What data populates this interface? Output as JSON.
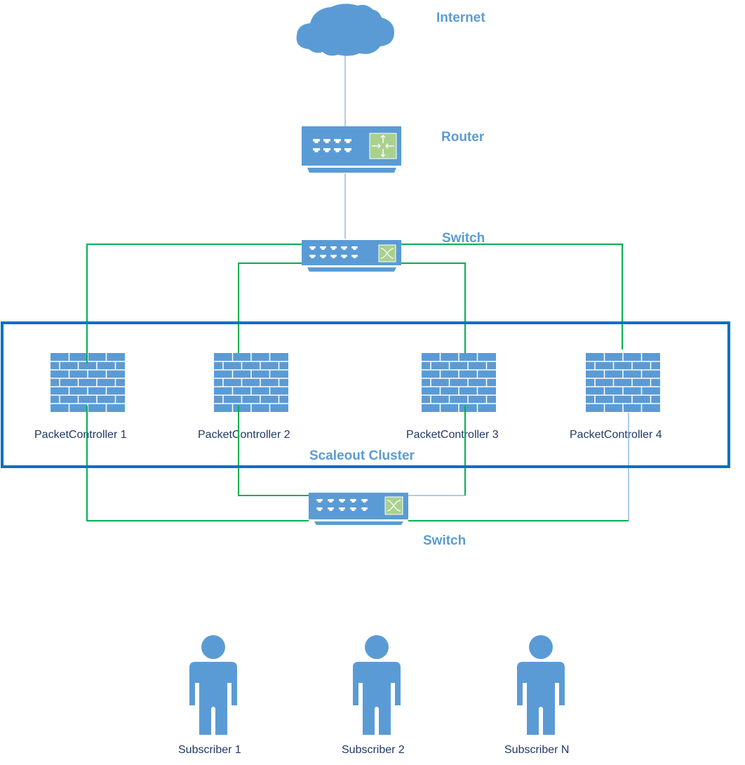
{
  "colors": {
    "icon_blue": "#5b9bd5",
    "icon_green": "#a9d18e",
    "cluster_border": "#0070c0",
    "link_green": "#00b050",
    "link_blue": "#5b9bd5",
    "label_blue": "#5b9bd5",
    "label_dark": "#1f3864"
  },
  "labels": {
    "internet": "Internet",
    "router": "Router",
    "switch_top": "Switch",
    "switch_bottom": "Switch",
    "cluster": "Scaleout Cluster"
  },
  "controllers": [
    {
      "label": "PacketController 1"
    },
    {
      "label": "PacketController 2"
    },
    {
      "label": "PacketController 3"
    },
    {
      "label": "PacketController 4"
    }
  ],
  "subscribers": [
    {
      "label": "Subscriber 1"
    },
    {
      "label": "Subscriber 2"
    },
    {
      "label": "Subscriber N"
    }
  ],
  "icons": {
    "cloud": "cloud-icon",
    "router": "router-icon",
    "switch": "switch-icon",
    "firewall": "firewall-icon",
    "user": "user-icon"
  }
}
